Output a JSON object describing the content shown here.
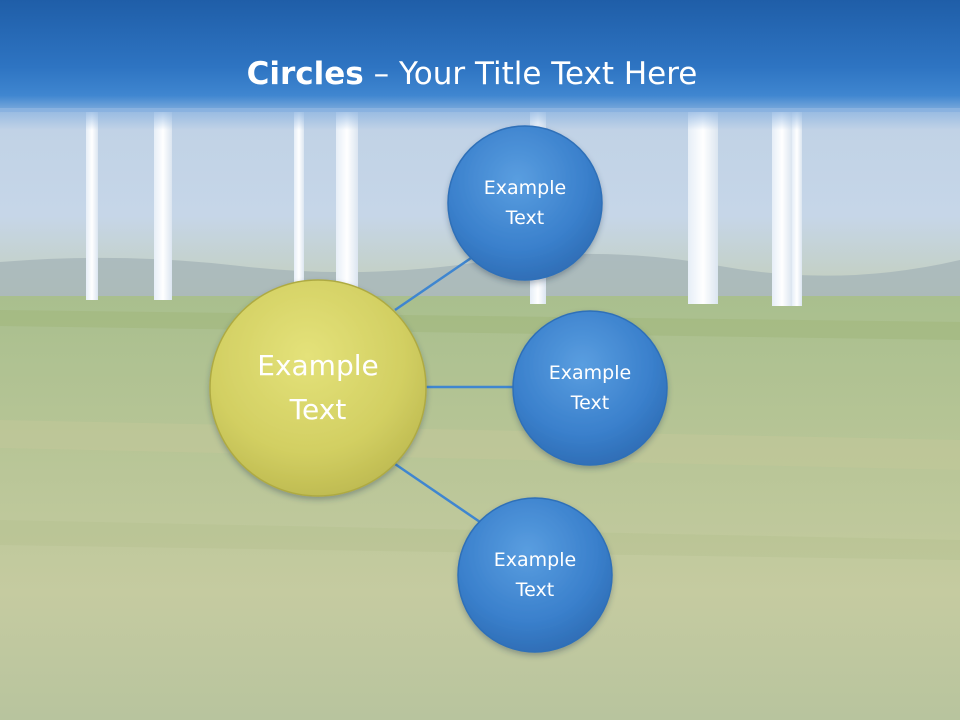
{
  "title": {
    "bold": "Circles",
    "rest": " – Your Title Text Here"
  },
  "center": {
    "line1": "Example",
    "line2": "Text",
    "color": "#d2cf62"
  },
  "nodes": [
    {
      "line1": "Example",
      "line2": "Text"
    },
    {
      "line1": "Example",
      "line2": "Text"
    },
    {
      "line1": "Example",
      "line2": "Text"
    }
  ],
  "colors": {
    "header": "#2e74c2",
    "node": "#3a80cc",
    "connector": "#3f86d0"
  }
}
